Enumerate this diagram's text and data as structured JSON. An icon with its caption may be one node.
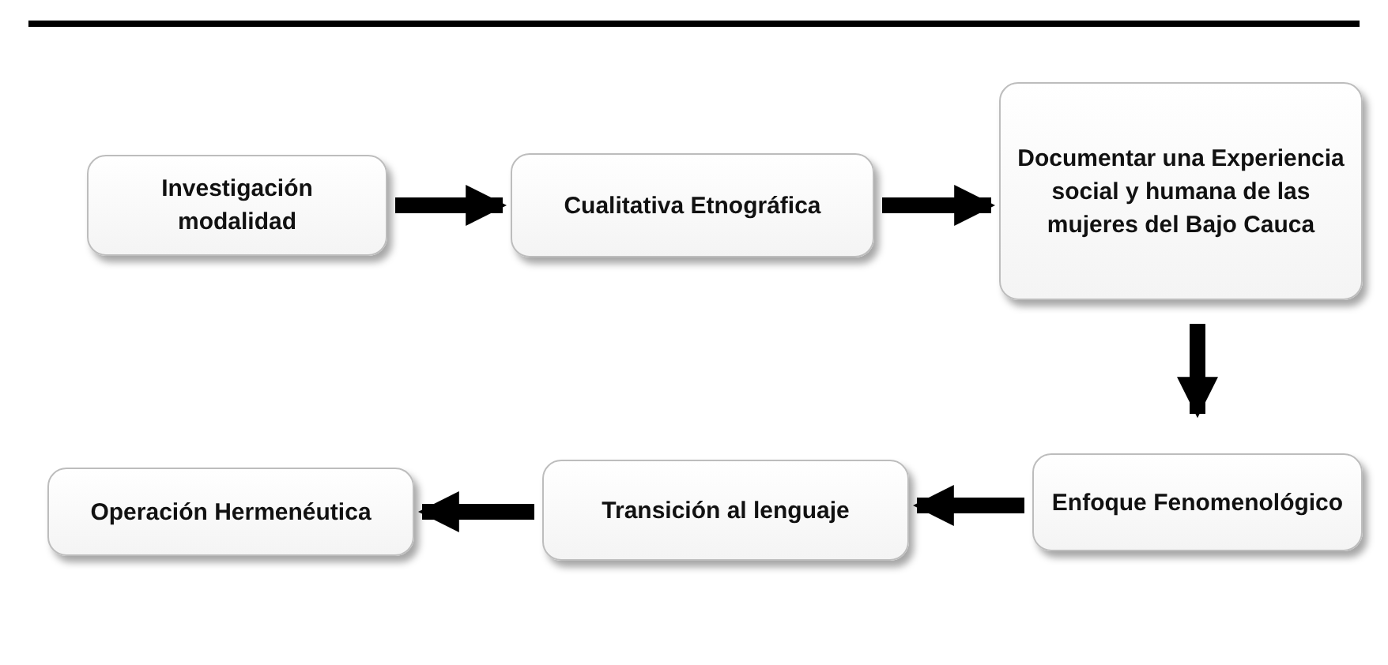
{
  "diagram": {
    "nodes": [
      {
        "text": [
          "Investigación modalidad"
        ]
      },
      {
        "text": [
          "Cualitativa Etnográfica"
        ]
      },
      {
        "text": [
          "Documentar una Experiencia social y humana de las mujeres del Bajo Cauca"
        ]
      },
      {
        "text": [
          "Enfoque Fenomenológico"
        ]
      },
      {
        "text": [
          "Transición al lenguaje"
        ]
      },
      {
        "text": [
          "Operación Hermenéutica"
        ]
      }
    ],
    "edges": [
      {
        "from": 0,
        "to": 1,
        "arrow": "to"
      },
      {
        "from": 1,
        "to": 2,
        "arrow": "to"
      },
      {
        "from": 2,
        "to": 3,
        "arrow": "to"
      },
      {
        "from": 3,
        "to": 4,
        "arrow": "to"
      },
      {
        "from": 4,
        "to": 5,
        "arrow": "to"
      }
    ]
  }
}
